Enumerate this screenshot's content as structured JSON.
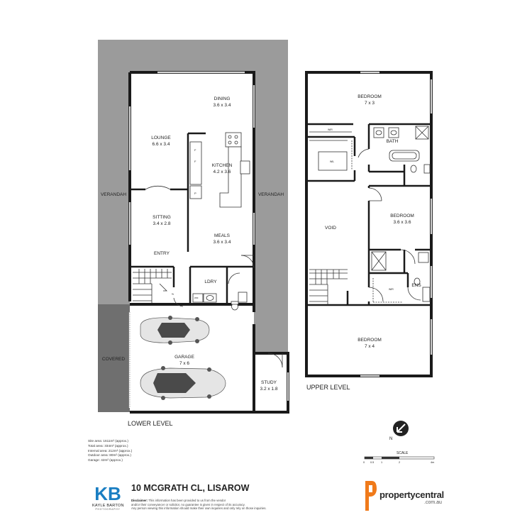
{
  "lower_level": {
    "label": "LOWER LEVEL",
    "rooms": {
      "dining": {
        "name": "DINING",
        "dims": "3.6 x 3.4"
      },
      "lounge": {
        "name": "LOUNGE",
        "dims": "6.6 x 3.4"
      },
      "kitchen": {
        "name": "KITCHEN",
        "dims": "4.2 x 3.6"
      },
      "sitting": {
        "name": "SITTING",
        "dims": "3.4 x 2.8"
      },
      "meals": {
        "name": "MEALS",
        "dims": "3.6 x 3.4"
      },
      "entry": {
        "name": "ENTRY"
      },
      "laundry": {
        "name": "LDRY"
      },
      "garage": {
        "name": "GARAGE",
        "dims": "7 x 6"
      },
      "study": {
        "name": "STUDY",
        "dims": "3.2 x 1.8"
      },
      "verandah_left": {
        "name": "VERANDAH"
      },
      "verandah_right": {
        "name": "VERANDAH"
      },
      "covered": {
        "name": "COVERED"
      }
    }
  },
  "upper_level": {
    "label": "UPPER LEVEL",
    "rooms": {
      "bedroom_top": {
        "name": "BEDROOM",
        "dims": "7 x 3"
      },
      "bath": {
        "name": "BATH"
      },
      "void": {
        "name": "VOID"
      },
      "bedroom_middle": {
        "name": "BEDROOM",
        "dims": "3.6 x 3.6"
      },
      "ens": {
        "name": "ENS"
      },
      "bedroom_bottom": {
        "name": "BEDROOM",
        "dims": "7 x 4"
      }
    },
    "wir_label": "WIR"
  },
  "compass": {
    "label": "N"
  },
  "scale": {
    "title": "SCALE",
    "ticks": [
      "0",
      "0.5",
      "1",
      "2",
      "4m"
    ]
  },
  "stats": [
    "Site area: 1611m² (approx.)",
    "Total area: 334m² (approx.)",
    "Internal area: 212m² (approx.)",
    "Outdoor area: 80m² (approx.)",
    "Garage: 42m² (approx.)"
  ],
  "address": "10 MCGRATH CL, LISAROW",
  "disclaimer": {
    "heading": "Disclaimer:",
    "line1": "This information has been provided to us from the vendor",
    "line2": "and/or their conveyancer or solicitor, no guarantee is given in respect of its accuracy.",
    "line3": "Any person viewing this information should make their own inquiries and only rely on those inquiries."
  },
  "photographer": {
    "initials": "KB",
    "name": "KAYLE BARTON",
    "tag": "PHOTOGRAPHY"
  },
  "agency": {
    "name": "propertycentral",
    "domain": ".com.au"
  },
  "colors": {
    "verandah": "#9b9b9b",
    "covered": "#6f6f6f",
    "wall": "#1a1a1a",
    "brand_orange": "#f07a1a"
  }
}
